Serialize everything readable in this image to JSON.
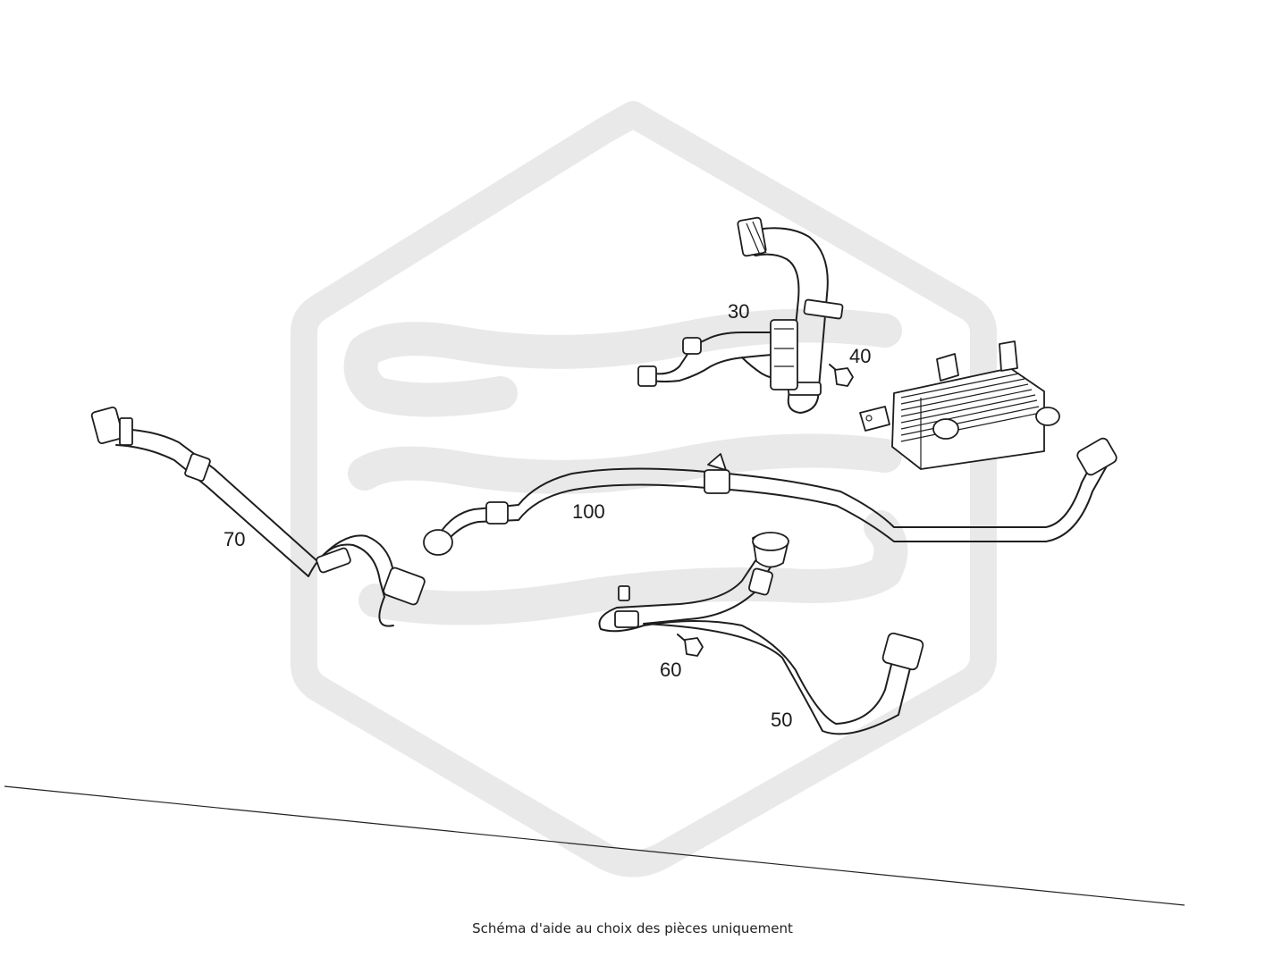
{
  "watermark": {
    "color": "#e9e9e9"
  },
  "callouts": {
    "part_30": "30",
    "part_40": "40",
    "part_50": "50",
    "part_60": "60",
    "part_70": "70",
    "part_100": "100"
  },
  "caption": "Schéma d'aide au choix des pièces uniquement"
}
